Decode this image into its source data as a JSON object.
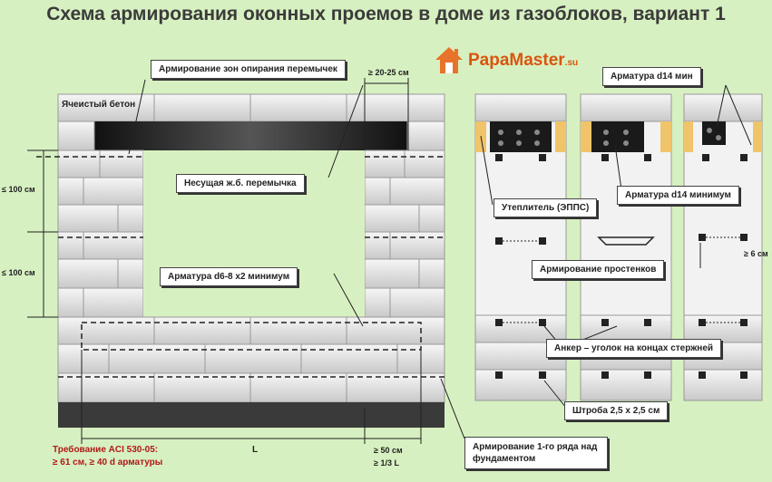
{
  "title": "Схема армирования оконных проемов в доме из газоблоков, вариант 1",
  "logo": {
    "name": "PapaMaster",
    "suffix": ".su"
  },
  "labels": {
    "aerated_concrete": "Ячеистый бетон",
    "lintel_zone": "Армирование зон опирания перемычек",
    "lintel": "Несущая ж.б. перемычка",
    "rebar_d6_8": "Арматура d6-8 х2 минимум",
    "first_row": "Армирование 1-го ряда над фундаментом",
    "rebar_d14_min_top": "Арматура d14 мин",
    "insulation": "Утеплитель (ЭППС)",
    "rebar_d14_min": "Арматура d14 минимум",
    "pier_reinforcement": "Армирование простенков",
    "anchor": "Анкер – уголок на концах стержней",
    "groove": "Штроба 2,5 х 2,5 см"
  },
  "dimensions": {
    "d_20_25": "≥ 20-25 см",
    "d_100_a": "≤ 100 см",
    "d_100_b": "≤ 100 см",
    "d_6": "≥ 6 см",
    "d_L": "L",
    "d_50": "≥ 50 см",
    "d_third": "≥ 1/3 L"
  },
  "requirement": {
    "line1": "Требование ACI 530-05:",
    "line2": "≥ 61 см,  ≥ 40 d арматуры"
  },
  "colors": {
    "background": "#d7f0c1",
    "requirement": "#b01818",
    "logo": "#d9540f"
  }
}
